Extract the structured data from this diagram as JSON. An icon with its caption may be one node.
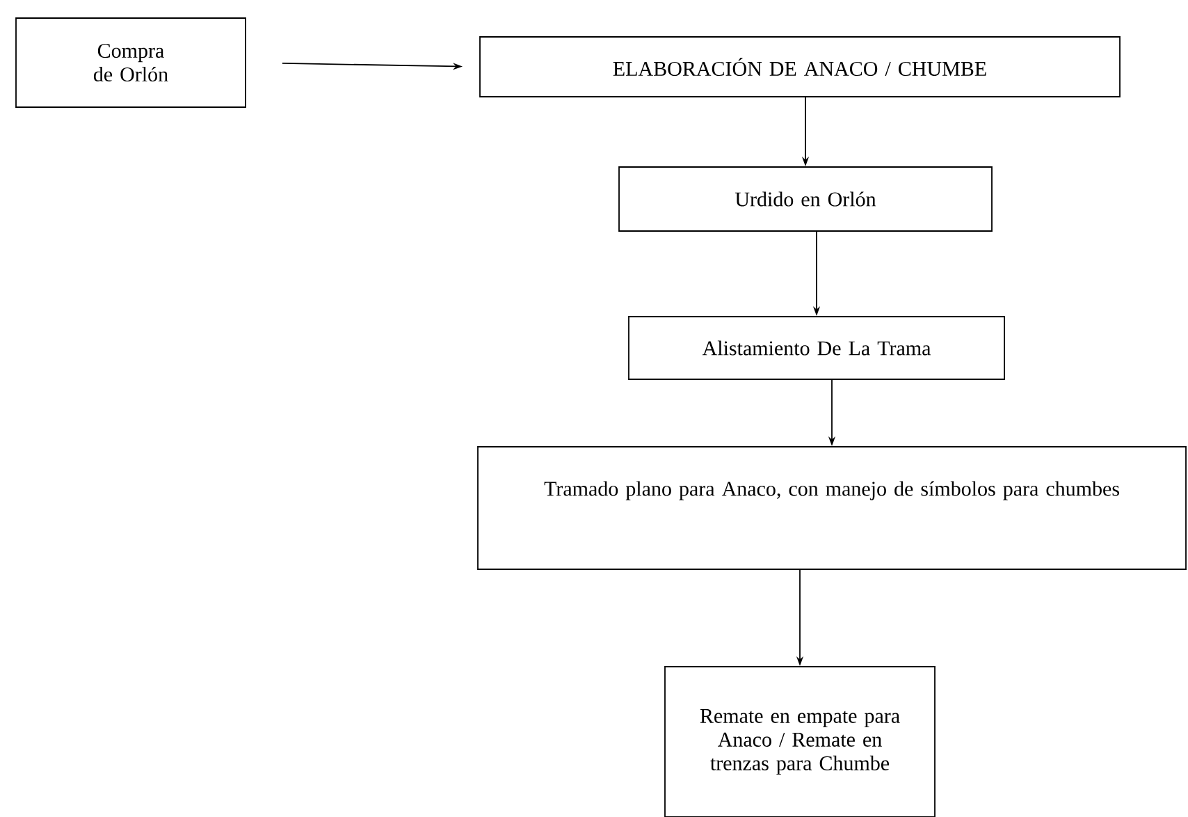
{
  "diagram": {
    "nodes": [
      {
        "text": [
          "Compra de Orlón"
        ]
      },
      {
        "text": [
          "ELABORACIÓN DE ANACO / CHUMBE"
        ]
      },
      {
        "text": [
          "Urdido en Orlón"
        ]
      },
      {
        "text": [
          "Alistamiento De La Trama"
        ]
      },
      {
        "text": [
          "Tramado plano para Anaco, con manejo de símbolos para chumbes"
        ]
      },
      {
        "text": [
          "Remate en empate para Anaco / Remate en trenzas para Chumbe"
        ]
      }
    ],
    "edges": [
      {
        "from": 0,
        "to": 1,
        "arrow": "to"
      },
      {
        "from": 1,
        "to": 2,
        "arrow": "to"
      },
      {
        "from": 2,
        "to": 3,
        "arrow": "to"
      },
      {
        "from": 3,
        "to": 4,
        "arrow": "to"
      },
      {
        "from": 4,
        "to": 5,
        "arrow": "to"
      }
    ]
  }
}
